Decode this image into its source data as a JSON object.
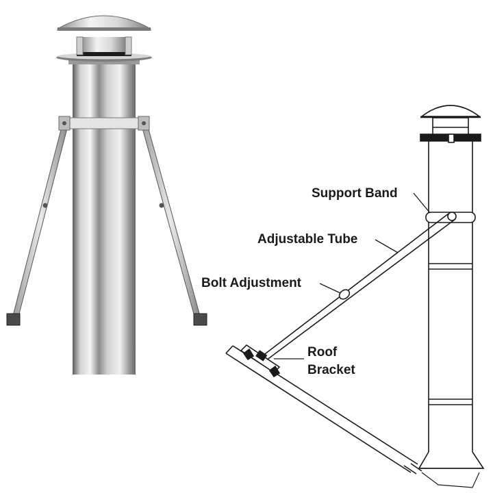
{
  "photo": {
    "subject": "stainless-steel-chimney-pipe-with-cap-and-two-roof-braces"
  },
  "diagram": {
    "labels": {
      "support_band": "Support Band",
      "adjustable_tube": "Adjustable Tube",
      "bolt_adjustment": "Bolt Adjustment",
      "roof_bracket_line1": "Roof",
      "roof_bracket_line2": "Bracket"
    }
  },
  "colors": {
    "steel_light": "#e9e9e9",
    "steel_mid": "#b9b9b9",
    "steel_dark": "#6e6e6e",
    "line": "#1a1a1a"
  }
}
